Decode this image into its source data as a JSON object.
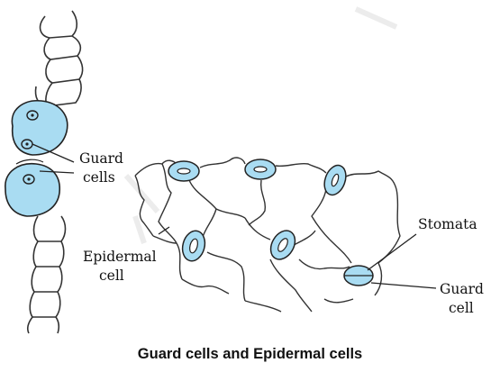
{
  "figure": {
    "labels": {
      "guard_cells_left_line1": "Guard",
      "guard_cells_left_line2": "cells",
      "epidermal_line1": "Epidermal",
      "epidermal_line2": "cell",
      "stomata": "Stomata",
      "guard_cell_right_line1": "Guard",
      "guard_cell_right_line2": "cell"
    },
    "caption": "Guard cells and Epidermal cells",
    "colors": {
      "guard_cell_fill": "#a9dcf2",
      "outline": "#222222"
    }
  }
}
